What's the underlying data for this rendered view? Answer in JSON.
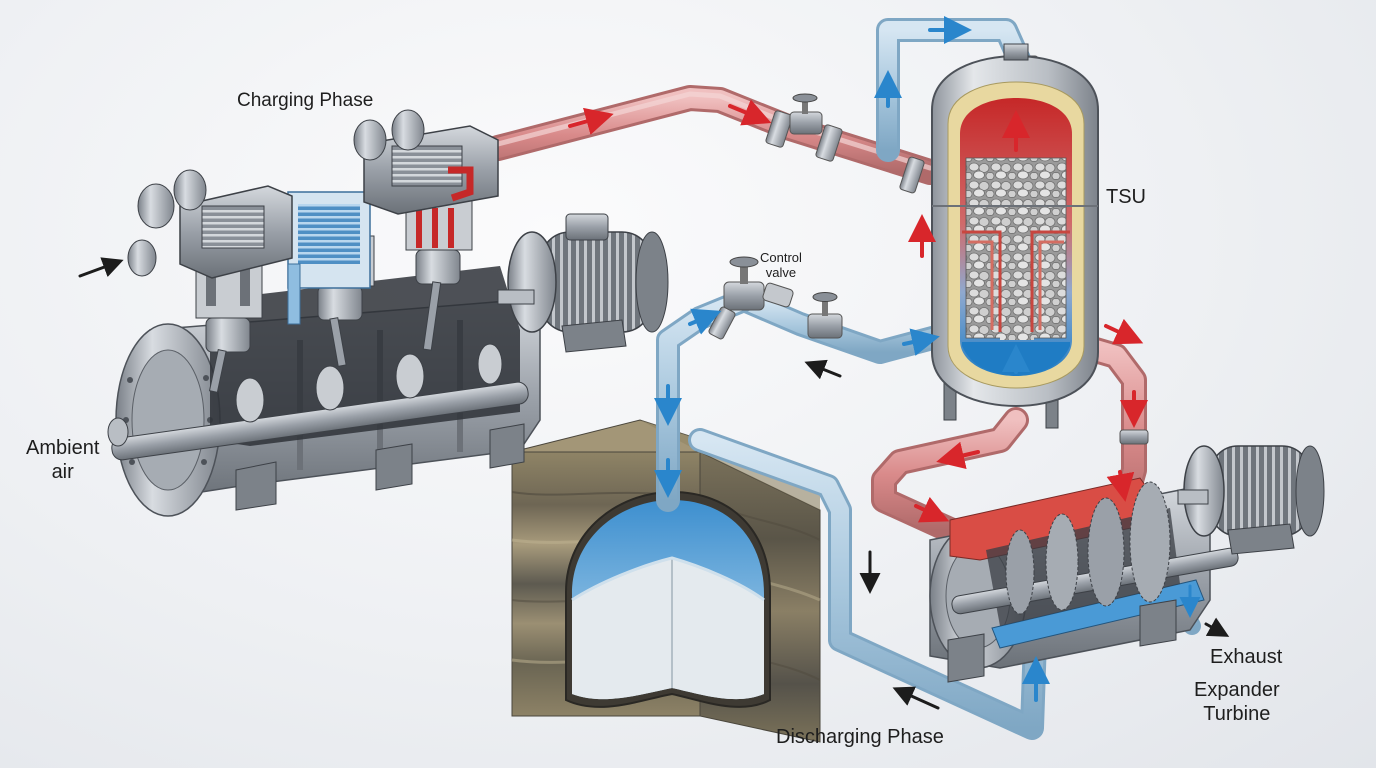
{
  "labels": {
    "charging_phase": "Charging Phase",
    "ambient_air_line1": "Ambient",
    "ambient_air_line2": "air",
    "control_valve_line1": "Control",
    "control_valve_line2": "valve",
    "tsu": "TSU",
    "exhaust": "Exhaust",
    "expander_turbine_line1": "Expander",
    "expander_turbine_line2": "Turbine",
    "discharging_phase": "Discharging Phase"
  },
  "colors": {
    "background": "#eef0f3",
    "steel": "#9aa0a8",
    "steel_dark": "#5d636b",
    "hot_pipe": "#d98a8a",
    "cold_pipe": "#a9c8de",
    "hot_flow": "#d8262b",
    "cold_flow": "#2a86cc",
    "arrow_black": "#1c1c1c",
    "insulation": "#e8d8a0",
    "storage_gravel": "#c9c9c9",
    "rock": "#8a8068",
    "cavern_water": "#a8cde6"
  },
  "components": [
    "compressor",
    "motor-left",
    "tsu-vessel",
    "expander-turbine",
    "motor-right",
    "underground-cavern"
  ]
}
